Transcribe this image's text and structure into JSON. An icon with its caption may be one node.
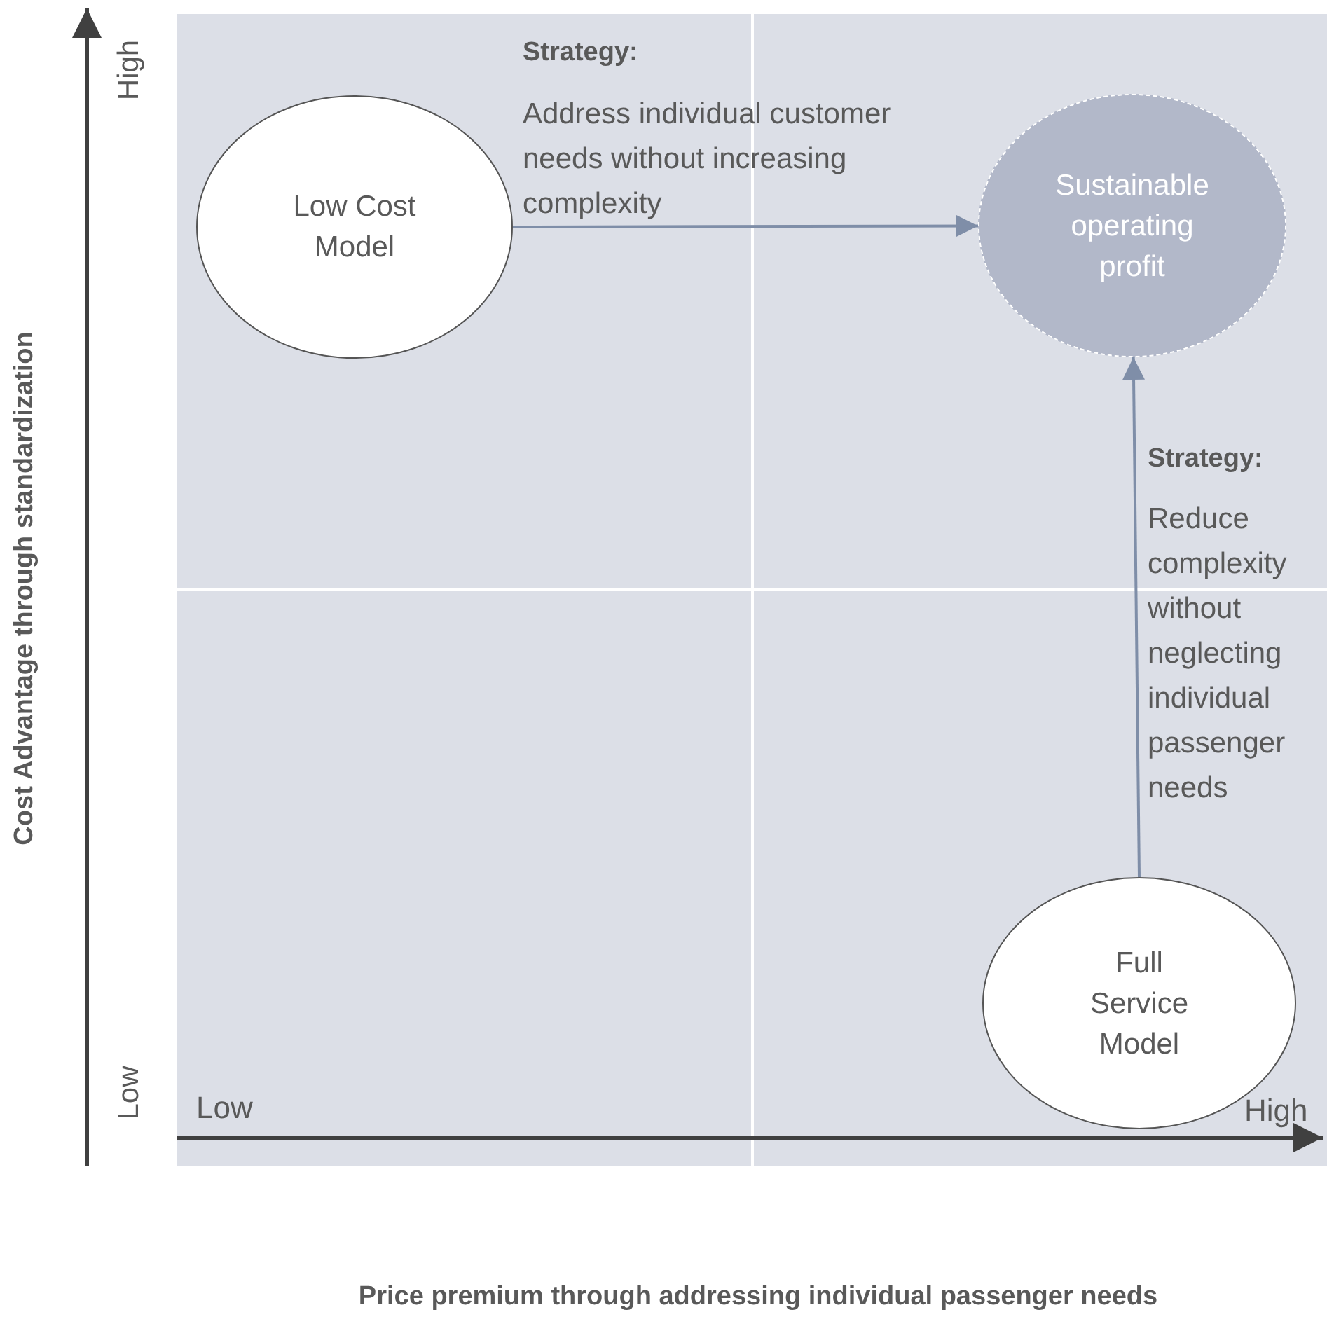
{
  "diagram": {
    "nodes": [
      {
        "text": [
          "Low Cost Model"
        ]
      },
      {
        "text": [
          "Sustainable operating profit"
        ]
      },
      {
        "text": [
          "Full Service Model"
        ]
      }
    ],
    "edges": [
      {
        "from": 0,
        "to": 1,
        "arrow": "to"
      },
      {
        "from": 2,
        "to": 1,
        "arrow": "to"
      }
    ],
    "labels": [
      "High",
      "Strategy:",
      "Address individual customer needs without increasing complexity",
      "Cost Advantage through standardization",
      "Strategy:",
      "Reduce complexity without neglecting individual passenger needs",
      "Low",
      "Low",
      "High",
      "Price premium through addressing individual passenger needs"
    ]
  }
}
